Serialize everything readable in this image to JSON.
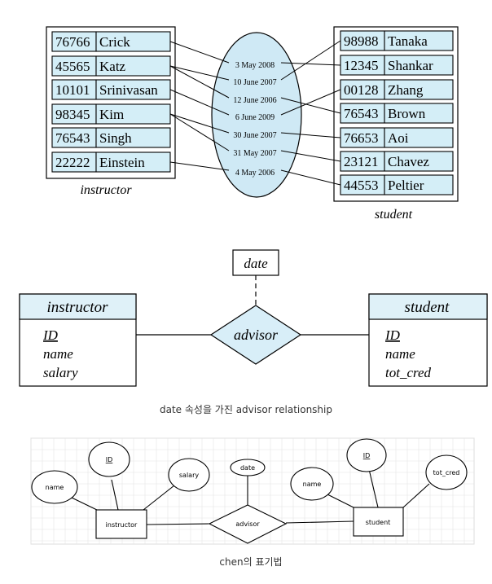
{
  "instance": {
    "instructors": [
      {
        "id": "76766",
        "name": "Crick"
      },
      {
        "id": "45565",
        "name": "Katz"
      },
      {
        "id": "10101",
        "name": "Srinivasan"
      },
      {
        "id": "98345",
        "name": "Kim"
      },
      {
        "id": "76543",
        "name": "Singh"
      },
      {
        "id": "22222",
        "name": "Einstein"
      }
    ],
    "students": [
      {
        "id": "98988",
        "name": "Tanaka"
      },
      {
        "id": "12345",
        "name": "Shankar"
      },
      {
        "id": "00128",
        "name": "Zhang"
      },
      {
        "id": "76543",
        "name": "Brown"
      },
      {
        "id": "76653",
        "name": "Aoi"
      },
      {
        "id": "23121",
        "name": "Chavez"
      },
      {
        "id": "44553",
        "name": "Peltier"
      }
    ],
    "dates": [
      "3 May 2008",
      "10 June 2007",
      "12 June 2006",
      "6 June 2009",
      "30 June 2007",
      "31 May 2007",
      "4 May 2006"
    ],
    "instructor_caption": "instructor",
    "student_caption": "student"
  },
  "er": {
    "left_entity": {
      "name": "instructor",
      "attributes": [
        "ID",
        "name",
        "salary"
      ]
    },
    "right_entity": {
      "name": "student",
      "attributes": [
        "ID",
        "name",
        "tot_cred"
      ]
    },
    "relationship": "advisor",
    "relationship_attribute": "date",
    "caption": "date 속성을 가진 advisor relationship"
  },
  "chen": {
    "instructor": "instructor",
    "student": "student",
    "relationship": "advisor",
    "attributes": {
      "i_name": "name",
      "i_id": "ID",
      "i_salary": "salary",
      "date": "date",
      "s_name": "name",
      "s_id": "ID",
      "s_tot_cred": "tot_cred"
    },
    "caption": "chen의 표기법"
  },
  "colors": {
    "cell_fill": "#d4eef7",
    "ellipse_fill": "#cfe9f5",
    "header_fill": "#dff1f8",
    "line": "#000000",
    "grid": "#e4e4e4"
  }
}
